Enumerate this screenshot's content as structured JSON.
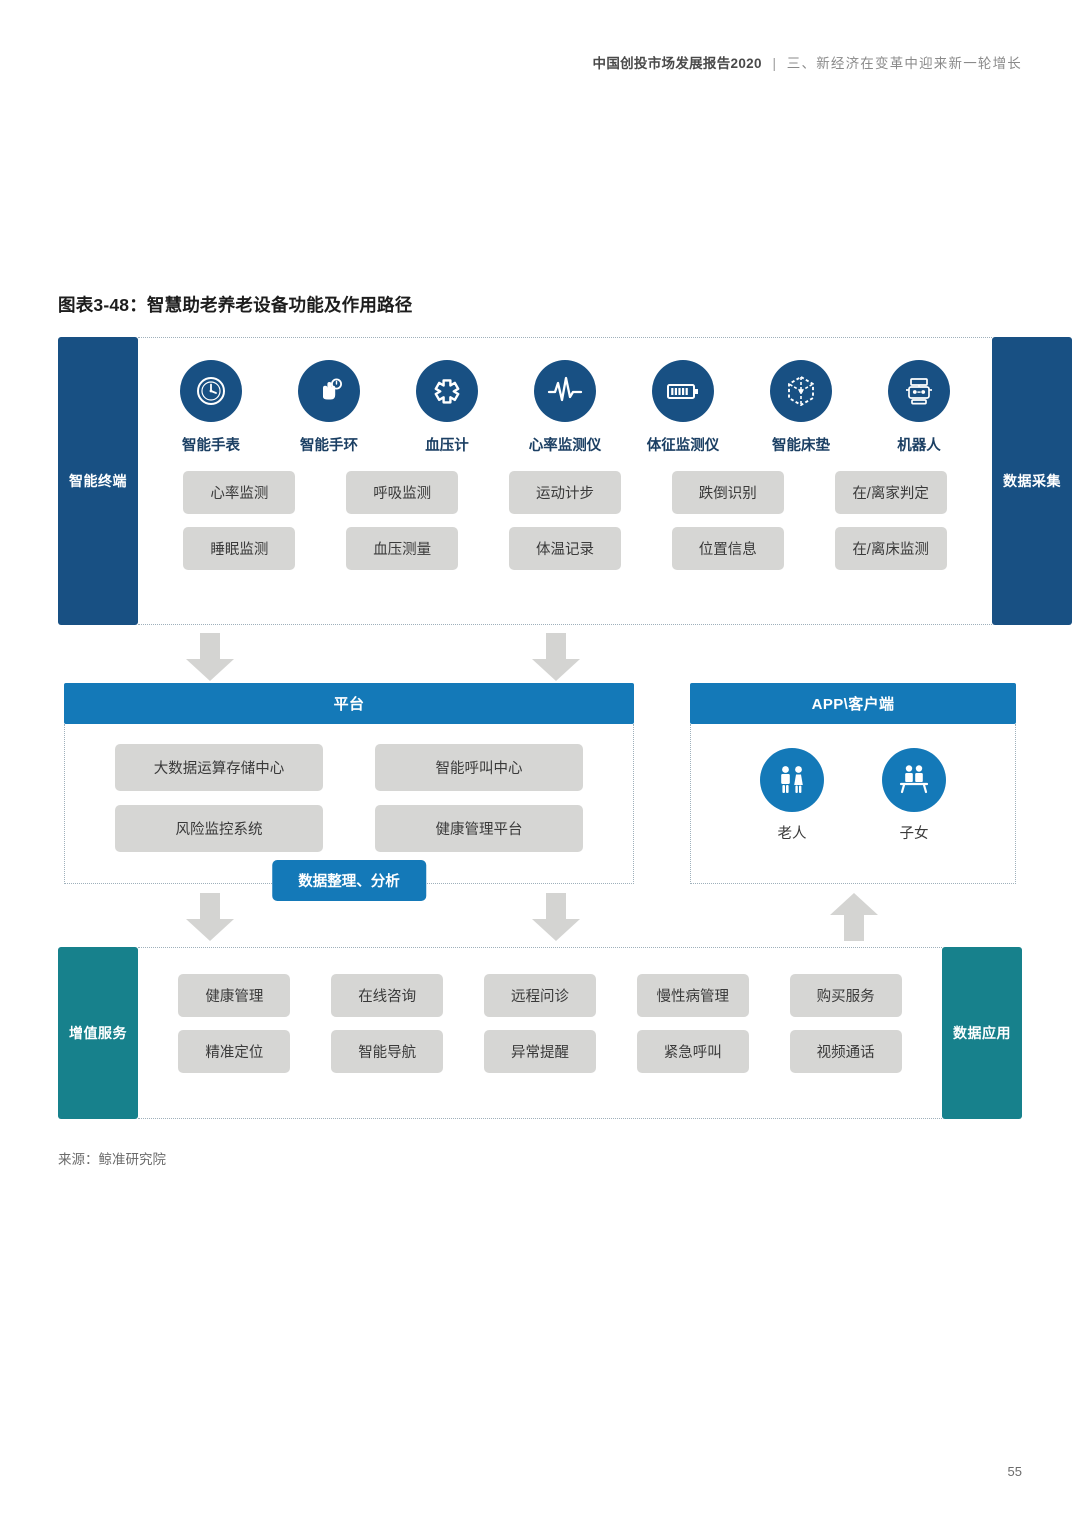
{
  "page": {
    "header_title": "中国创投市场发展报告2020",
    "header_separator": "|",
    "header_subtitle": "三、新经济在变革中迎来新一轮增长",
    "page_number": "55"
  },
  "figure": {
    "title": "图表3-48：智慧助老养老设备功能及作用路径",
    "source": "来源：鲸准研究院"
  },
  "colors": {
    "navy": "#185083",
    "blue": "#1479b8",
    "teal": "#17818c",
    "tag_gray": "#d6d6d4",
    "arrow_gray": "#d4d4d2"
  },
  "top_section": {
    "left_label": "智能终端",
    "right_label": "数据采集",
    "devices": [
      {
        "label": "智能手表",
        "icon": "watch-clock-icon"
      },
      {
        "label": "智能手环",
        "icon": "hand-band-icon"
      },
      {
        "label": "血压计",
        "icon": "medical-star-icon"
      },
      {
        "label": "心率监测仪",
        "icon": "heartbeat-pulse-icon"
      },
      {
        "label": "体征监测仪",
        "icon": "battery-icon"
      },
      {
        "label": "智能床垫",
        "icon": "cube-mattress-icon"
      },
      {
        "label": "机器人",
        "icon": "robot-icon"
      }
    ],
    "tag_columns": [
      {
        "tags": [
          "心率监测",
          "睡眠监测"
        ]
      },
      {
        "tags": [
          "呼吸监测",
          "血压测量"
        ]
      },
      {
        "tags": [
          "运动计步",
          "体温记录"
        ]
      },
      {
        "tags": [
          "跌倒识别",
          "位置信息"
        ]
      },
      {
        "tags": [
          "在/离家判定",
          "在/离床监测"
        ]
      }
    ]
  },
  "platform": {
    "title": "平台",
    "columns": [
      {
        "tags": [
          "大数据运算存储中心",
          "风险监控系统"
        ]
      },
      {
        "tags": [
          "智能呼叫中心",
          "健康管理平台"
        ]
      }
    ],
    "badge": "数据整理、分析"
  },
  "app": {
    "title": "APP\\客户端",
    "users": [
      {
        "label": "老人",
        "icon": "elderly-couple-icon"
      },
      {
        "label": "子女",
        "icon": "family-children-icon"
      }
    ]
  },
  "bottom_section": {
    "left_label": "增值服务",
    "right_label": "数据应用",
    "tag_columns": [
      {
        "tags": [
          "健康管理",
          "精准定位"
        ]
      },
      {
        "tags": [
          "在线咨询",
          "智能导航"
        ]
      },
      {
        "tags": [
          "远程问诊",
          "异常提醒"
        ]
      },
      {
        "tags": [
          "慢性病管理",
          "紧急呼叫"
        ]
      },
      {
        "tags": [
          "购买服务",
          "视频通话"
        ]
      }
    ]
  },
  "arrows": [
    {
      "name": "arrow-terminals-to-platform-left",
      "direction": "down"
    },
    {
      "name": "arrow-terminals-to-platform-right",
      "direction": "down"
    },
    {
      "name": "arrow-platform-to-services-left",
      "direction": "down"
    },
    {
      "name": "arrow-platform-to-services-right",
      "direction": "down"
    },
    {
      "name": "arrow-services-to-app",
      "direction": "up"
    }
  ]
}
